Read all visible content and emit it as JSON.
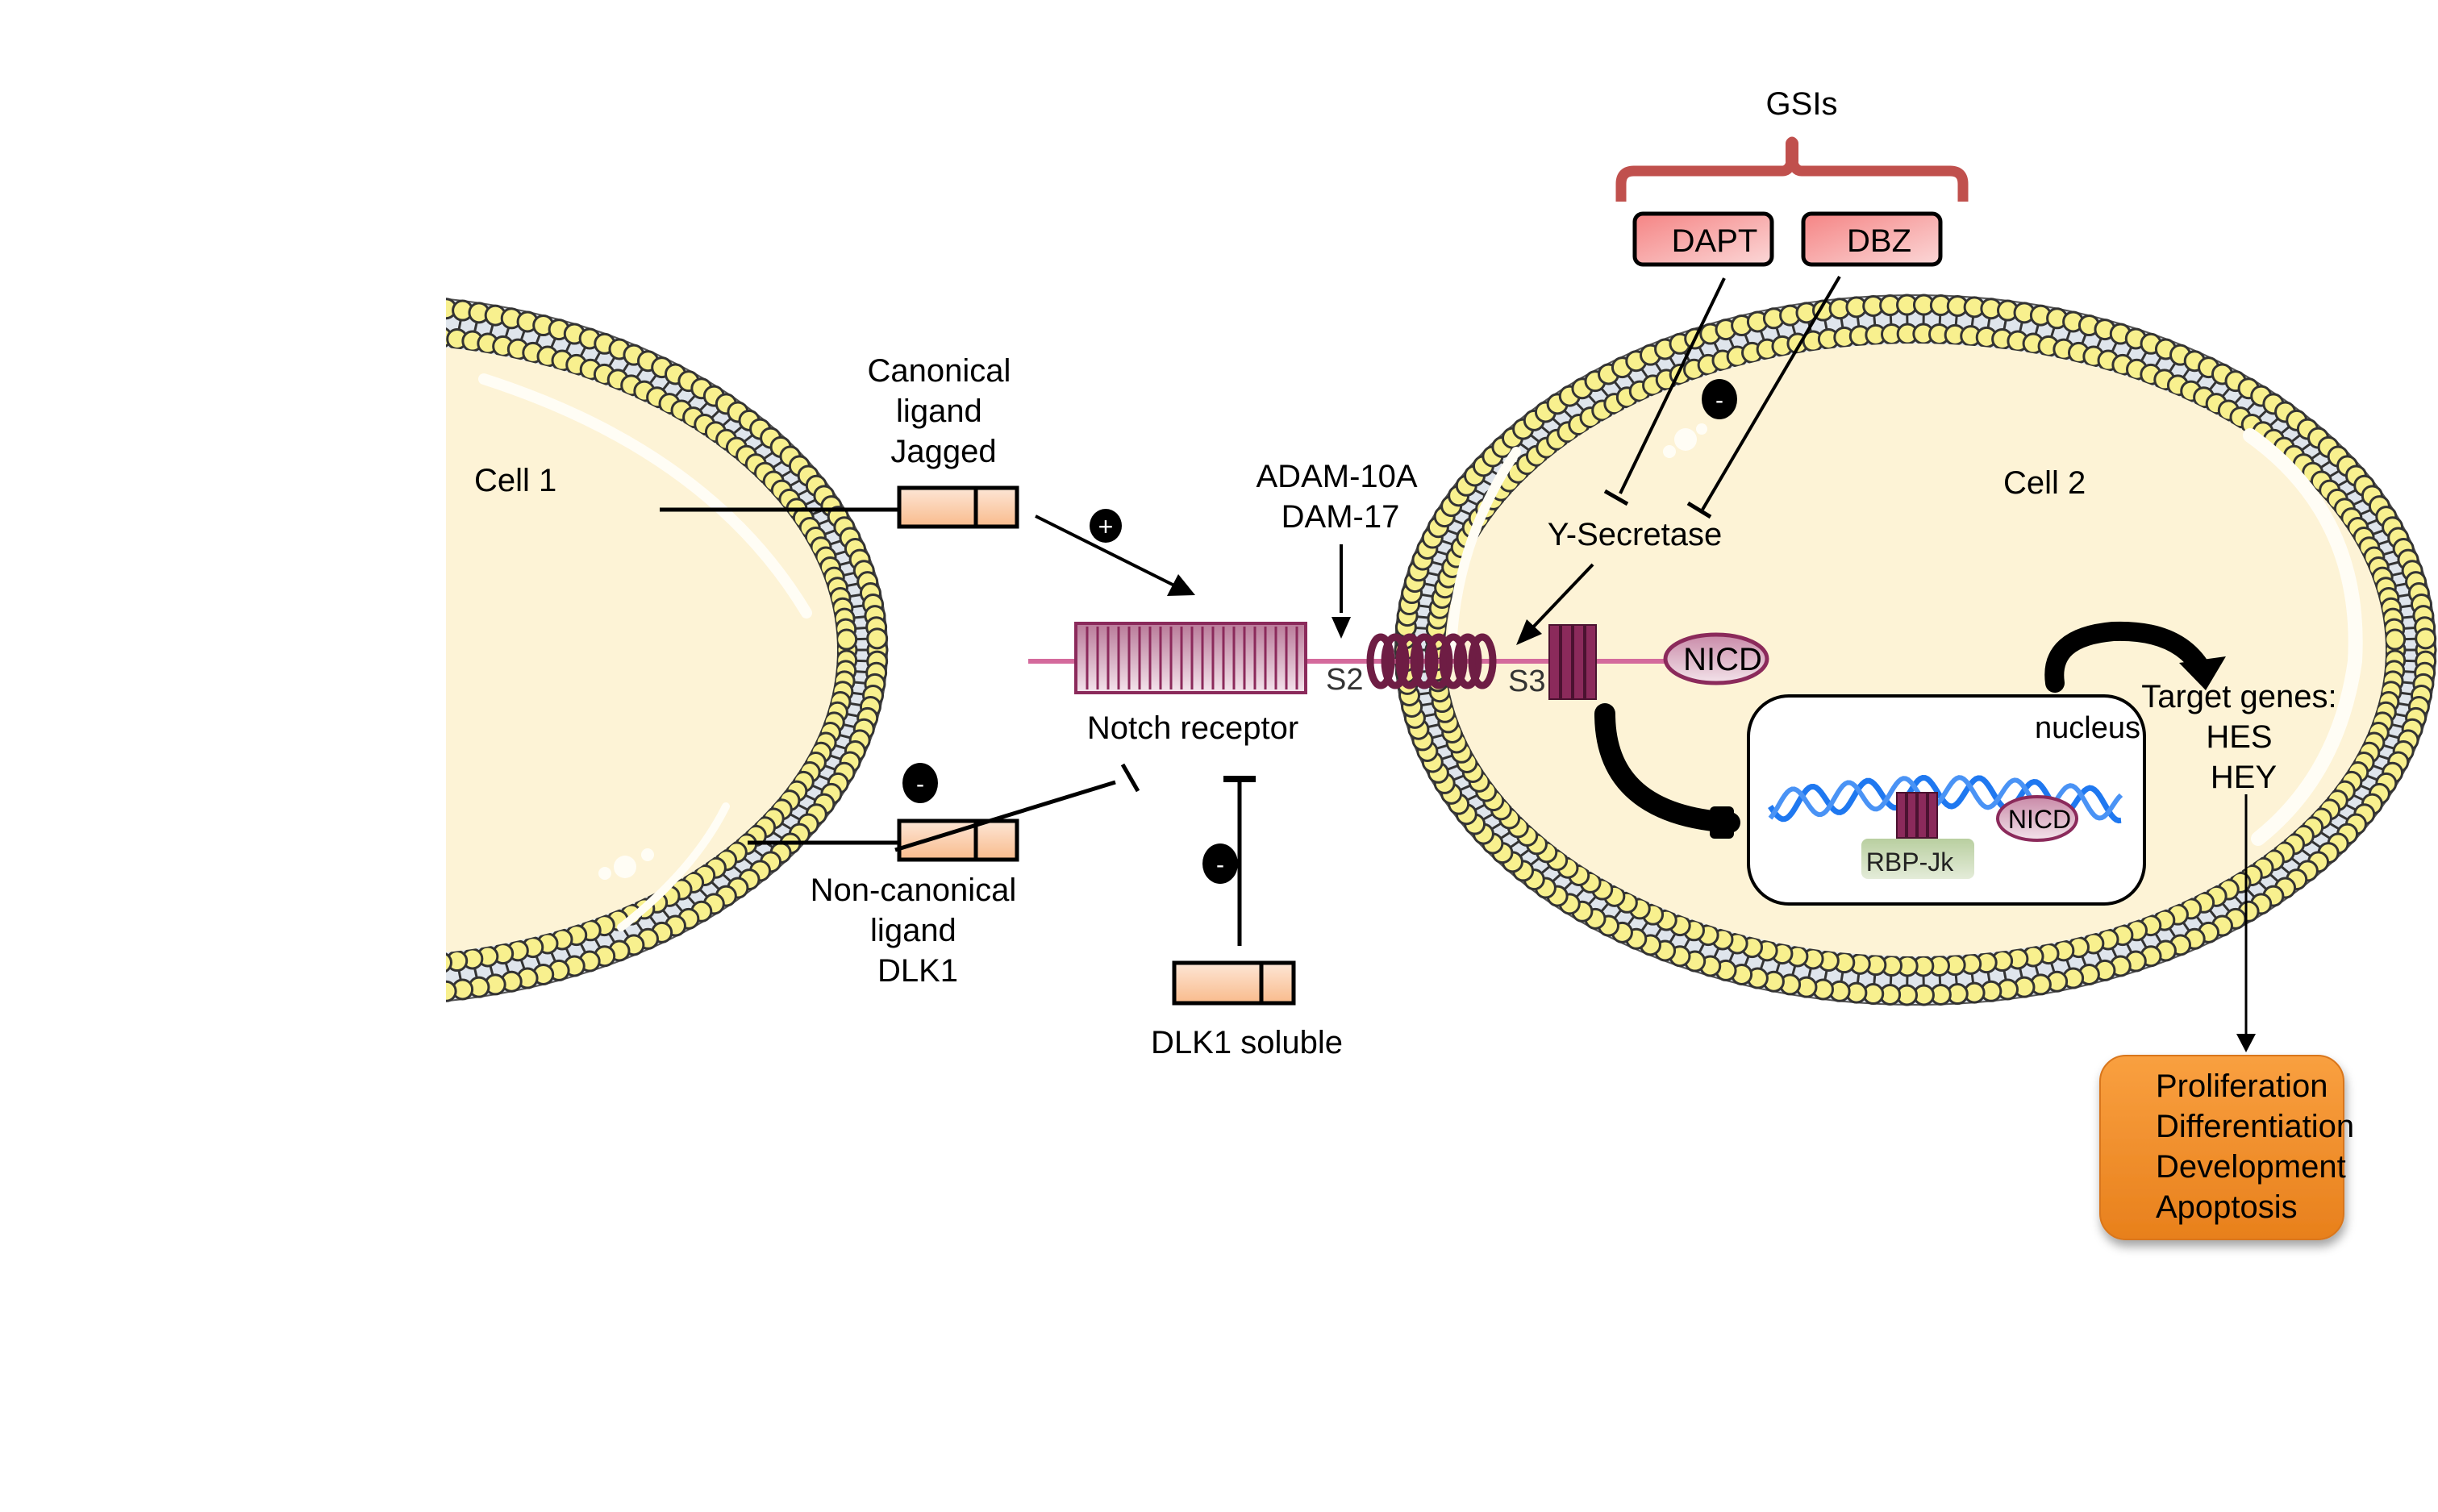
{
  "diagram": {
    "title": "Notch signaling pathway",
    "cells": {
      "cell1": {
        "label": "Cell 1"
      },
      "cell2": {
        "label": "Cell 2"
      }
    },
    "ligands": {
      "canonical": {
        "lines": [
          "Canonical",
          "ligand",
          "Jagged"
        ],
        "effect_sign": "+"
      },
      "non_canonical": {
        "lines": [
          "Non-canonical",
          "ligand",
          "DLK1"
        ],
        "effect_sign": "-"
      },
      "dlk1_soluble": {
        "label": "DLK1 soluble",
        "effect_sign": "-"
      }
    },
    "receptor": {
      "label": "Notch receptor",
      "s2_label": "S2",
      "s3_label": "S3",
      "nicd_label": "NICD"
    },
    "proteases": {
      "adam_lines": [
        "ADAM-10A",
        "DAM-17"
      ],
      "gamma_secretase": "Y-Secretase"
    },
    "inhibitors": {
      "group_label": "GSIs",
      "items": [
        {
          "label": "DAPT"
        },
        {
          "label": "DBZ"
        }
      ],
      "effect_sign": "-"
    },
    "nucleus": {
      "label": "nucleus",
      "rbp_label": "RBP-Jk",
      "nicd_label": "NICD"
    },
    "target_genes": {
      "lines": [
        "Target genes:",
        "HES",
        "HEY"
      ]
    },
    "outcomes": {
      "lines": [
        "Proliferation",
        "Differentiation",
        "Development",
        "Apoptosis"
      ]
    },
    "colors": {
      "cytoplasm": "#fdf3d6",
      "membrane_head": "#f8f08e",
      "membrane_tail": "#dfe5ec",
      "receptor": "#8b2a5b",
      "receptor_line": "#d46a9c",
      "ligand_fill": "#fcc9a3",
      "inhibitor_fill": "#f58f8f",
      "bracket": "#c0504d",
      "dna": "#1f78f0",
      "rbp_fill": "#c9d9b4",
      "outcome_fill": "#f7922e"
    }
  }
}
